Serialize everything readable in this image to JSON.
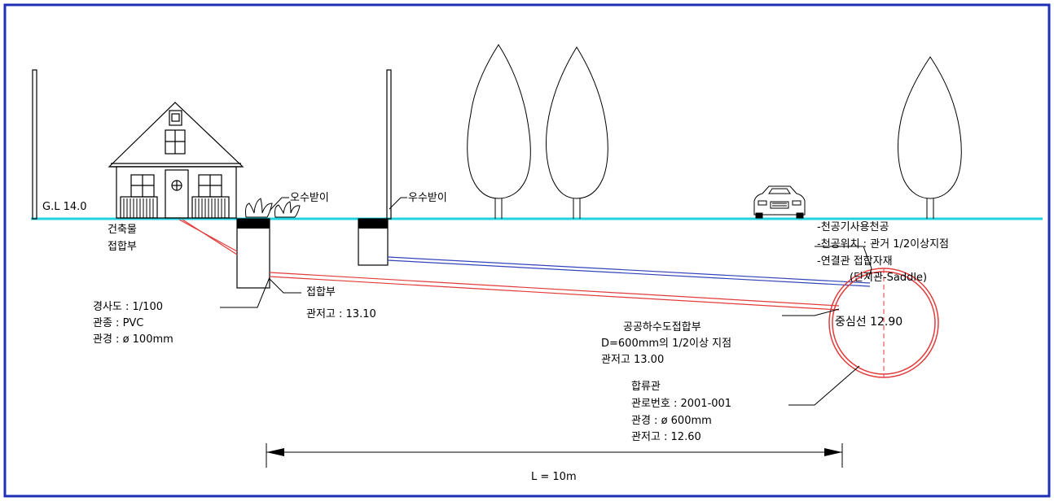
{
  "ground_level": "G.L 14.0",
  "building": {
    "line1": "건축물",
    "line2": "접합부"
  },
  "sewage_inlet": "오수받이",
  "rain_inlet": "우수받이",
  "lateral_pipe": {
    "slope": "경사도 : 1/100",
    "type": "관종 : PVC",
    "diameter": "관경 : ø 100mm"
  },
  "junction": {
    "label": "접합부",
    "invert": "관저고 : 13.10"
  },
  "public_connection": {
    "title": "공공하수도접합부",
    "position": "D=600mm의 1/2이상 지점",
    "invert": "관저고 13.00"
  },
  "construction_notes": [
    "-천공기사용천공",
    "-천공위치 : 관거 1/2이상지점",
    "-연결관 접합자재",
    "(단지관-Saddle)"
  ],
  "centerline": "중심선 12.90",
  "combined_sewer": {
    "title": "합류관",
    "route_no": "관로번호 : 2001-001",
    "diameter": "관경 : ø 600mm",
    "invert": "관저고 : 12.60"
  },
  "dimension": "L = 10m",
  "colors": {
    "frame": "#1c2fb8",
    "ground": "#22d3df",
    "sewage_pipe": "#e23b3b",
    "rain_pipe": "#3344bb",
    "main_pipe": "#e23b3b",
    "centerline": "#e23b3b",
    "ink": "#000000"
  }
}
